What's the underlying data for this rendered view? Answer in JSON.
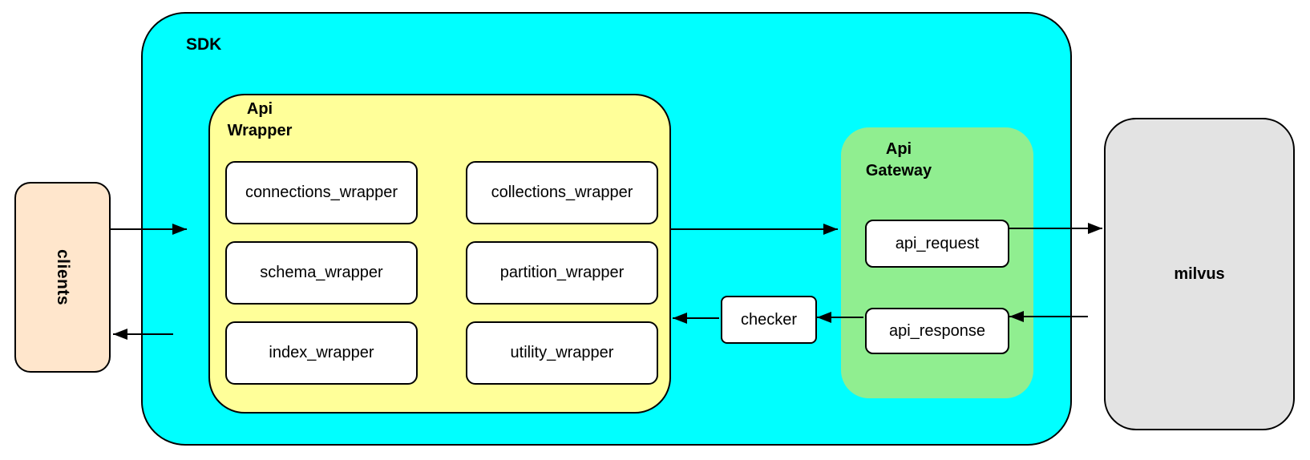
{
  "diagram": {
    "clients": {
      "label": "clients",
      "fill": "#FFE6CC"
    },
    "sdk": {
      "label": "SDK",
      "fill": "#00FFFF"
    },
    "api_wrapper": {
      "label": "Api\nWrapper",
      "fill": "#FFFF99",
      "modules": [
        "connections_wrapper",
        "collections_wrapper",
        "schema_wrapper",
        "partition_wrapper",
        "index_wrapper",
        "utility_wrapper"
      ]
    },
    "checker": {
      "label": "checker"
    },
    "api_gateway": {
      "label": "Api\nGateway",
      "fill": "#90EE90",
      "request_label": "api_request",
      "response_label": "api_response"
    },
    "milvus": {
      "label": "milvus",
      "fill": "#E3E3E3"
    }
  }
}
